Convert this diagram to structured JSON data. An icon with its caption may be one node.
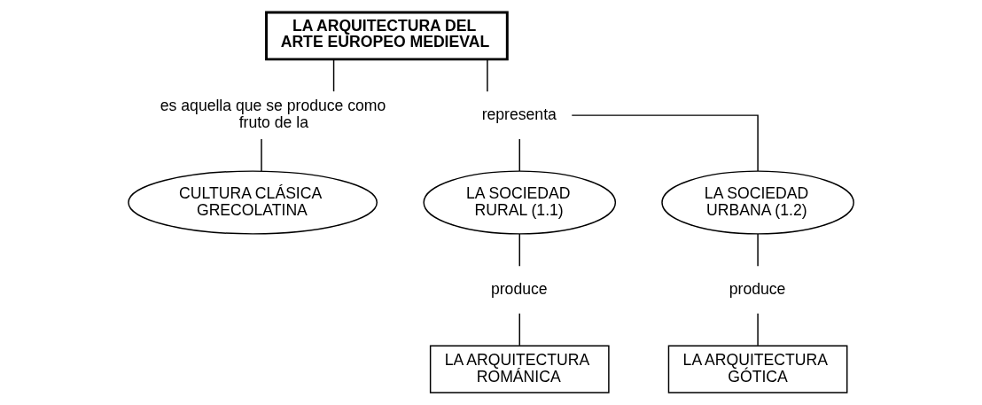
{
  "diagram": {
    "nodes": [
      {
        "text": [
          "LA ARQUITECTURA DEL ARTE EUROPEO MEDIEVAL"
        ]
      },
      {
        "text": [
          "es aquella que se produce como fruto de la"
        ]
      },
      {
        "text": [
          "CULTURA CLÁSICA GRECOLATINA"
        ]
      },
      {
        "text": [
          "representa"
        ]
      },
      {
        "text": [
          "LA SOCIEDAD RURAL (1.1)"
        ]
      },
      {
        "text": [
          "LA SOCIEDAD URBANA (1.2)"
        ]
      },
      {
        "text": [
          "produce"
        ]
      },
      {
        "text": [
          "LA ARQUITECTURA ROMÁNICA"
        ]
      },
      {
        "text": [
          "produce"
        ]
      },
      {
        "text": [
          "LA ARQUITECTURA GÓTICA"
        ]
      }
    ],
    "edges": [
      {
        "from": 0,
        "to": 1,
        "arrow": "none"
      },
      {
        "from": 1,
        "to": 2,
        "arrow": "none"
      },
      {
        "from": 0,
        "to": 3,
        "arrow": "none"
      },
      {
        "from": 3,
        "to": 4,
        "arrow": "none"
      },
      {
        "from": 3,
        "to": 5,
        "arrow": "none"
      },
      {
        "from": 4,
        "to": 6,
        "arrow": "none"
      },
      {
        "from": 6,
        "to": 7,
        "arrow": "none"
      },
      {
        "from": 5,
        "to": 8,
        "arrow": "none"
      },
      {
        "from": 8,
        "to": 9,
        "arrow": "none"
      }
    ]
  }
}
